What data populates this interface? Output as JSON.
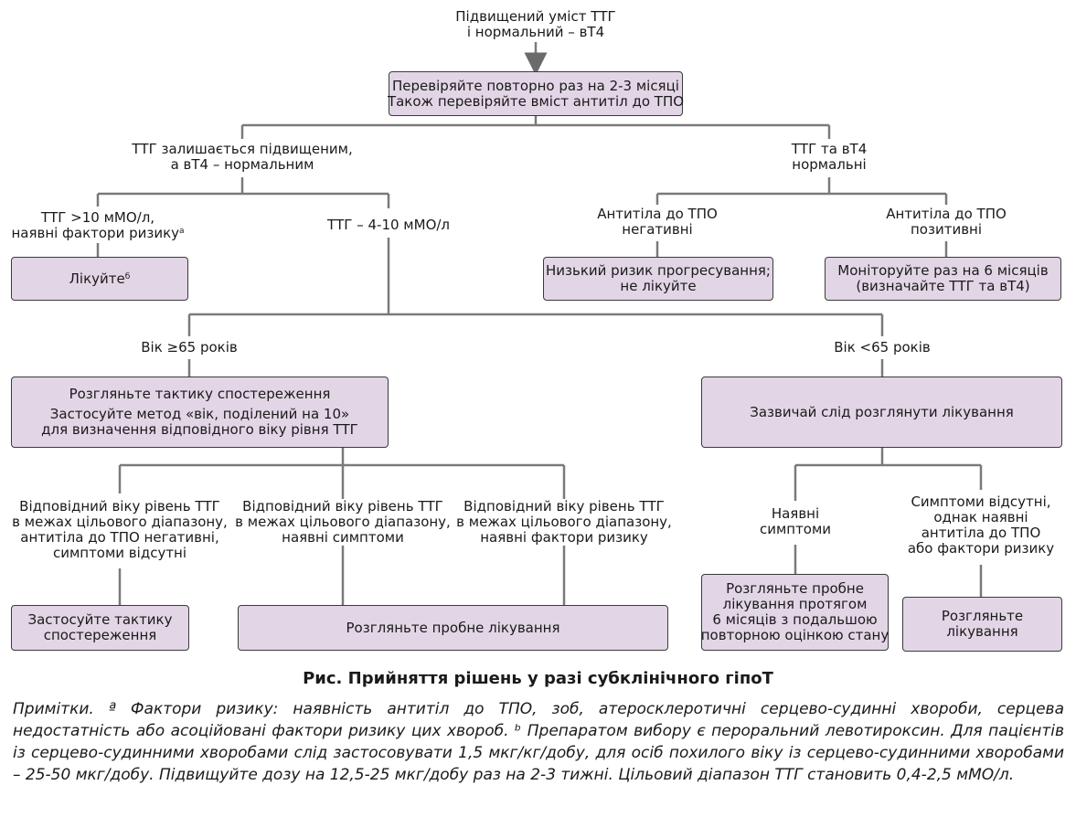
{
  "top": {
    "line1": "Підвищений уміст ТТГ",
    "line2": "і нормальний – вТ4"
  },
  "recheck": {
    "line1": "Перевіряйте повторно раз на 2-3 місяці",
    "line2": "Також перевіряйте вміст антитіл до ТПО"
  },
  "branch_elevated": {
    "line1": "ТТГ залишається підвищеним,",
    "line2": "а вТ4 – нормальним"
  },
  "branch_normal": {
    "line1": "ТТГ та вТ4",
    "line2": "нормальні"
  },
  "tsh_high": {
    "line1": "ТТГ >10 мМО/л,",
    "line2": "наявні фактори ризику",
    "sup": "а"
  },
  "tsh_mid": {
    "line1": "ТТГ – 4-10 мМО/л"
  },
  "ab_neg": {
    "line1": "Антитіла до ТПО",
    "line2": "негативні"
  },
  "ab_pos": {
    "line1": "Антитіла до ТПО",
    "line2": "позитивні"
  },
  "treat": {
    "text": "Лікуйте",
    "sup": "б"
  },
  "low_risk": {
    "line1": "Низький ризик прогресування;",
    "line2": "не лікуйте"
  },
  "monitor": {
    "line1": "Моніторуйте раз на 6 місяців",
    "line2": "(визначайте ТТГ та вТ4)"
  },
  "age_old": {
    "line1": "Вік ≥65 років"
  },
  "age_young": {
    "line1": "Вік <65 років"
  },
  "observe": {
    "line1": "Розгляньте тактику спостереження",
    "line2": "Застосуйте метод «вік, поділений на 10»",
    "line3": "для визначення відповідного віку рівня ТТГ"
  },
  "usually_treat": {
    "line1": "Зазвичай слід розглянути лікування"
  },
  "cond1": {
    "line1": "Відповідний віку рівень ТТГ",
    "line2": "в межах цільового діапазону,",
    "line3": "антитіла до ТПО негативні,",
    "line4": "симптоми відсутні"
  },
  "cond2": {
    "line1": "Відповідний віку рівень ТТГ",
    "line2": "в межах цільового діапазону,",
    "line3": "наявні симптоми"
  },
  "cond3": {
    "line1": "Відповідний віку рівень ТТГ",
    "line2": "в межах цільового діапазону,",
    "line3": "наявні фактори ризику"
  },
  "sympt_present": {
    "line1": "Наявні",
    "line2": "симптоми"
  },
  "sympt_absent": {
    "line1": "Симптоми відсутні,",
    "line2": "однак наявні",
    "line3": "антитіла до ТПО",
    "line4": "або фактори ризику"
  },
  "apply_observe": {
    "line1": "Застосуйте тактику",
    "line2": "спостереження"
  },
  "trial_treat": {
    "line1": "Розгляньте пробне лікування"
  },
  "trial_6m": {
    "line1": "Розгляньте пробне",
    "line2": "лікування протягом",
    "line3": "6 місяців з подальшою",
    "line4": "повторною оцінкою стану"
  },
  "consider_treat": {
    "line1": "Розгляньте",
    "line2": "лікування"
  },
  "caption": "Рис. Прийняття рішень у разі субклінічного гіпоТ",
  "note": "Примітки. ª Фактори ризику: наявність антитіл до ТПО, зоб, атеросклеротичні серцево-судинні хвороби, серцева недостатність або асоційовані фактори ризику цих хвороб. ᵇ Препаратом вибору є пероральний левотироксин. Для пацієнтів із серцево-судинними хворобами слід застосовувати 1,5 мкг/кг/добу, для осіб похилого віку із серцево-судинними хворобами – 25-50 мкг/добу. Підвищуйте дозу на 12,5-25 мкг/добу раз на 2-3 тижні. Цільовий діапазон ТТГ становить 0,4-2,5 мМО/л.",
  "colors": {
    "box_fill": "#e2d6e6",
    "line": "#7a7a7a"
  }
}
